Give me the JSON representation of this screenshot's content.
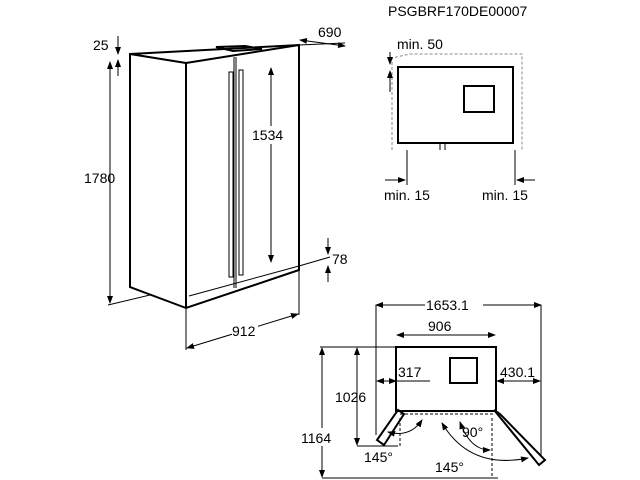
{
  "model_code": "PSGBRF170DE00007",
  "front_view": {
    "depth": "690",
    "top_clearance": "25",
    "height": "1780",
    "door_height": "1534",
    "plinth": "78",
    "width": "912"
  },
  "ventilation_view": {
    "top_min": "min. 50",
    "left_min": "min. 15",
    "right_min": "min. 15"
  },
  "door_opening_view": {
    "total_width": "1653.1",
    "cabinet_width": "906",
    "left_offset": "317",
    "right_offset": "430.1",
    "depth_closed": "1026",
    "depth_open": "1164",
    "angle_left": "145°",
    "angle_right_90": "90°",
    "angle_right_145": "145°"
  }
}
